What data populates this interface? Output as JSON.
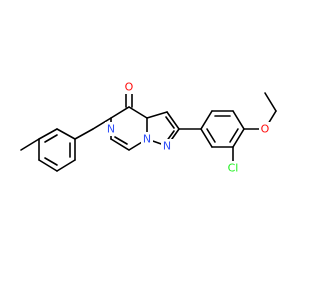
{
  "molecule": {
    "atoms": [
      {
        "id": "O_carbonyl",
        "symbol": "O",
        "color": "#ff0d0d"
      },
      {
        "id": "N_amide",
        "symbol": "N",
        "color": "#3050f8"
      },
      {
        "id": "N_bridge",
        "symbol": "N",
        "color": "#3050f8"
      },
      {
        "id": "N_pyrazole",
        "symbol": "N",
        "color": "#3050f8"
      },
      {
        "id": "O_ether",
        "symbol": "O",
        "color": "#ff0d0d"
      },
      {
        "id": "Cl",
        "symbol": "Cl",
        "color": "#1ff01f"
      }
    ]
  }
}
